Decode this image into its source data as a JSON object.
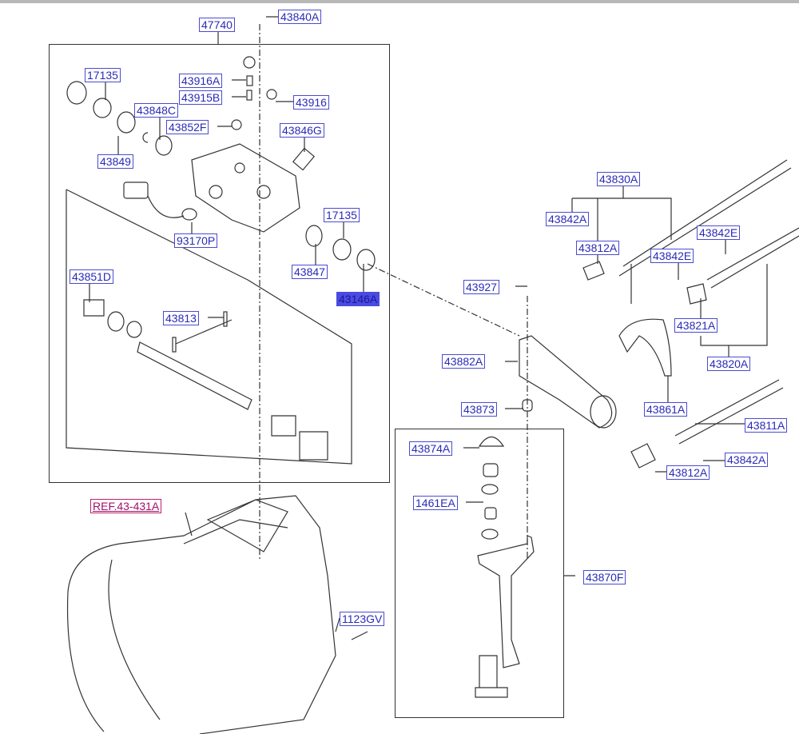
{
  "diagram": {
    "highlight_color": "#4a4ae8",
    "label_color": "#2a2ab8",
    "labels": [
      {
        "code": "47740"
      },
      {
        "code": "43840A"
      },
      {
        "code": "17135"
      },
      {
        "code": "43916A"
      },
      {
        "code": "43915B"
      },
      {
        "code": "43916"
      },
      {
        "code": "43848C"
      },
      {
        "code": "43852F"
      },
      {
        "code": "43846G"
      },
      {
        "code": "43849"
      },
      {
        "code": "17135"
      },
      {
        "code": "93170P"
      },
      {
        "code": "43847"
      },
      {
        "code": "43146A",
        "highlighted": true
      },
      {
        "code": "43851D"
      },
      {
        "code": "43813"
      },
      {
        "code": "43830A"
      },
      {
        "code": "43842A"
      },
      {
        "code": "43812A"
      },
      {
        "code": "43842E"
      },
      {
        "code": "43842E"
      },
      {
        "code": "43927"
      },
      {
        "code": "43821A"
      },
      {
        "code": "43882A"
      },
      {
        "code": "43820A"
      },
      {
        "code": "43861A"
      },
      {
        "code": "43873"
      },
      {
        "code": "43811A"
      },
      {
        "code": "43874A"
      },
      {
        "code": "43842A"
      },
      {
        "code": "43812A"
      },
      {
        "code": "1461EA"
      },
      {
        "code": "REF.43-431A",
        "reference": true
      },
      {
        "code": "43870F"
      },
      {
        "code": "1123GV"
      }
    ]
  }
}
